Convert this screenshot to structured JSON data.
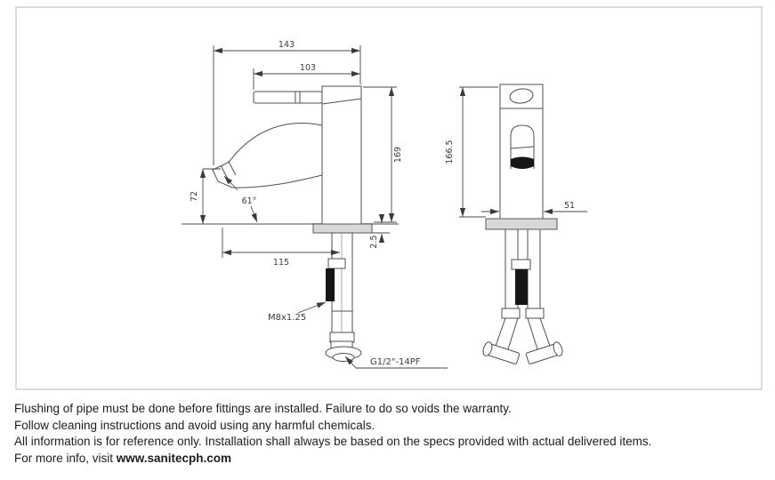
{
  "drawing": {
    "side_view": {
      "overall_width": "143",
      "handle_width": "103",
      "body_height": "169",
      "spout_height": "72",
      "spout_angle": "61°",
      "spout_reach": "115",
      "deck_plate_thickness": "2.5",
      "mounting_thread": "M8x1.25",
      "inlet_thread": "G1/2\"-14PF"
    },
    "front_view": {
      "overall_height": "166.5",
      "body_width": "51"
    }
  },
  "notes": {
    "lines": [
      "Flushing of pipe must be done before fittings are installed. Failure to do so voids the warranty.",
      "Follow cleaning instructions and avoid using any harmful chemicals.",
      "All information is for reference only. Installation shall always be based on the specs provided with actual delivered items."
    ],
    "footer_prefix": "For more info, visit ",
    "footer_link": "www.sanitecph.com"
  }
}
